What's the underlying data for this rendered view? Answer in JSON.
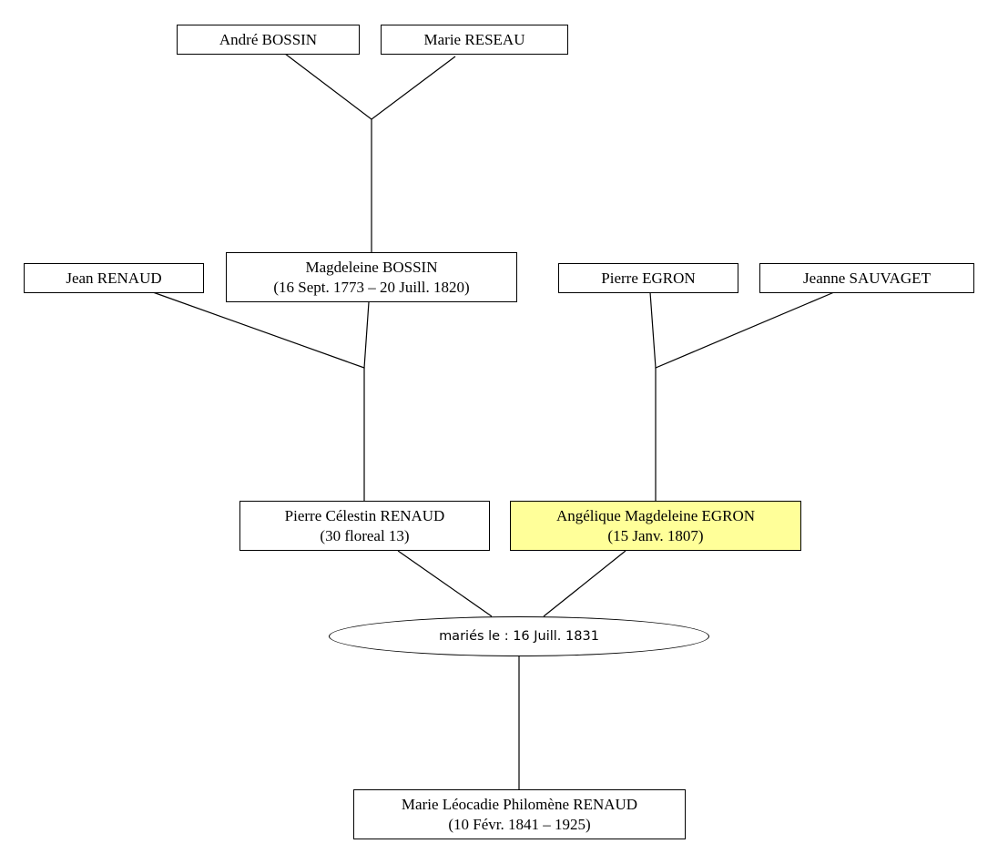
{
  "colors": {
    "line": "#000000",
    "box_fill": "#ffffff",
    "highlight_fill": "#ffff99"
  },
  "persons": {
    "andre_bossin": {
      "name": "André BOSSIN"
    },
    "marie_reseau": {
      "name": "Marie RESEAU"
    },
    "magdeleine_bossin": {
      "name": "Magdeleine BOSSIN",
      "dates": "(16 Sept. 1773 – 20 Juill. 1820)"
    },
    "jean_renaud": {
      "name": "Jean RENAUD"
    },
    "pierre_egron": {
      "name": "Pierre EGRON"
    },
    "jeanne_sauvaget": {
      "name": "Jeanne SAUVAGET"
    },
    "pierre_celestin_renaud": {
      "name": "Pierre Célestin RENAUD",
      "dates": "(30 floreal 13)"
    },
    "angelique_egron": {
      "name": "Angélique Magdeleine EGRON",
      "dates": "(15 Janv. 1807)",
      "highlighted": true
    },
    "marie_leocadie_renaud": {
      "name": "Marie Léocadie Philomène RENAUD",
      "dates": "(10 Févr. 1841 – 1925)"
    }
  },
  "marriage": {
    "label": "mariés le : 16 Juill. 1831"
  }
}
